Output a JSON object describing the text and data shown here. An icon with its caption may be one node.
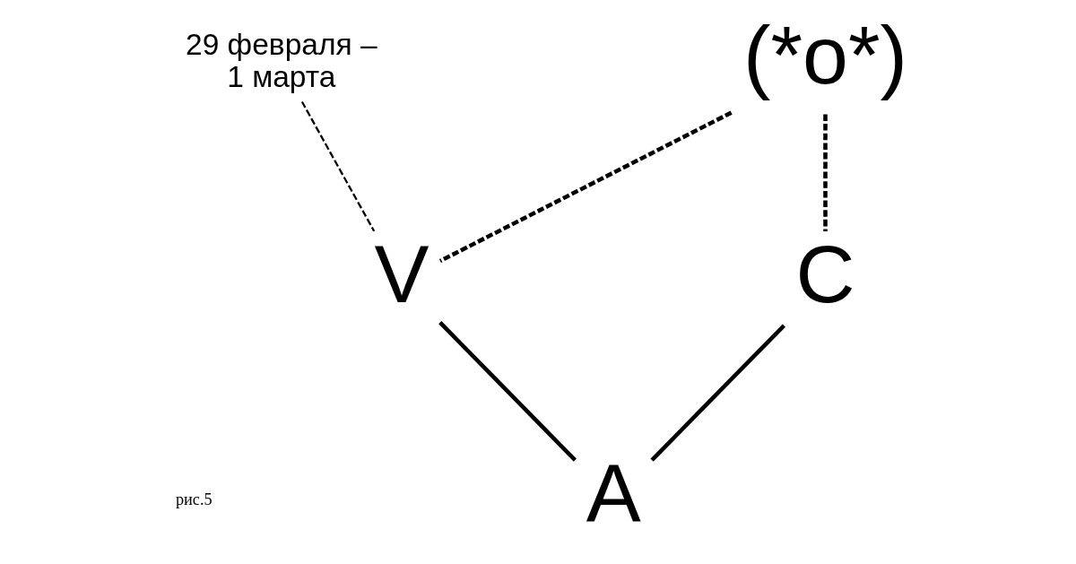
{
  "diagram": {
    "nodes": [
      {
        "text": [
          "29 февраля – 1 марта"
        ]
      },
      {
        "text": [
          "(*o*)"
        ]
      },
      {
        "text": [
          "V"
        ]
      },
      {
        "text": [
          "C"
        ]
      },
      {
        "text": [
          "A"
        ]
      }
    ],
    "edges": [
      {
        "from": 0,
        "to": 2,
        "arrow": "none",
        "style": "dashed"
      },
      {
        "from": 1,
        "to": 2,
        "arrow": "none",
        "style": "dashed"
      },
      {
        "from": 1,
        "to": 3,
        "arrow": "none",
        "style": "dashed"
      },
      {
        "from": 2,
        "to": 4,
        "arrow": "none"
      },
      {
        "from": 3,
        "to": 4,
        "arrow": "none"
      }
    ],
    "labels": [
      "рис.5"
    ]
  }
}
